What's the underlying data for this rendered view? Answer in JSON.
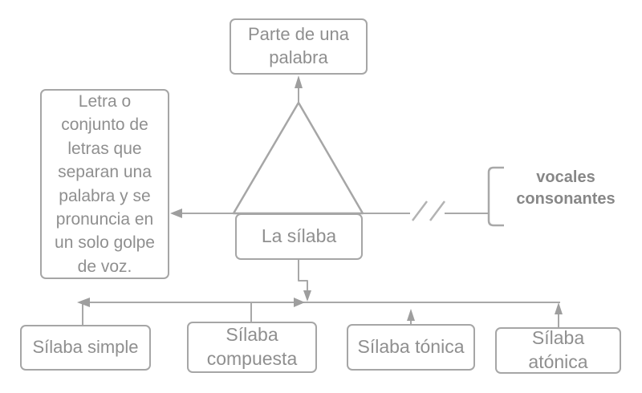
{
  "colors": {
    "background": "#ffffff",
    "border": "#a6a6a6",
    "line": "#a8a8a8",
    "arrow": "#9e9e9e",
    "text": "#8f8f8f",
    "annotation_text": "#878787"
  },
  "nodes": {
    "top": {
      "label": "Parte de una palabra"
    },
    "definition": {
      "label": "Letra o conjunto de letras que separan una palabra y se pronuncia en un solo golpe de voz."
    },
    "center": {
      "label": "La sílaba"
    },
    "bottom": [
      {
        "label": "Sílaba simple"
      },
      {
        "label": "Sílaba compuesta"
      },
      {
        "label": "Sílaba tónica"
      },
      {
        "label": "Sílaba atónica"
      }
    ],
    "annotation": {
      "line1": "vocales",
      "line2": "consonantes"
    }
  },
  "icons": {
    "break": "double-slash-break",
    "bracket": "square-bracket",
    "triangle": "pyramid-shape"
  }
}
